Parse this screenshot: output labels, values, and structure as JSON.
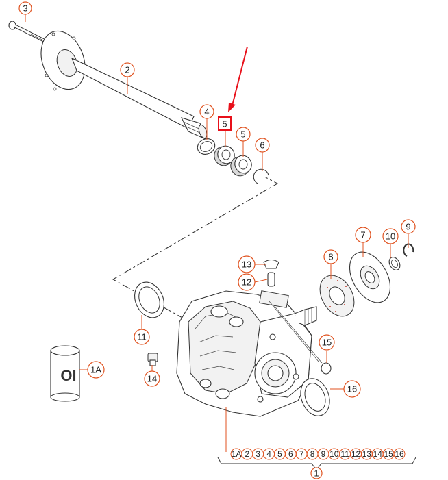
{
  "accent_color": "#e0521f",
  "highlight_color": "#e8101a",
  "callouts": {
    "c1": "1",
    "c1a": "1A",
    "c2": "2",
    "c3": "3",
    "c4": "4",
    "c5_highlight": "5",
    "c5": "5",
    "c6": "6",
    "c7": "7",
    "c8": "8",
    "c9": "9",
    "c10": "10",
    "c11": "11",
    "c12": "12",
    "c13": "13",
    "c14": "14",
    "c15": "15",
    "c16": "16"
  },
  "kit_list": [
    "1A",
    "2",
    "3",
    "4",
    "5",
    "6",
    "7",
    "8",
    "9",
    "10",
    "11",
    "12",
    "13",
    "14",
    "15",
    "16"
  ],
  "can_label": "Ol"
}
